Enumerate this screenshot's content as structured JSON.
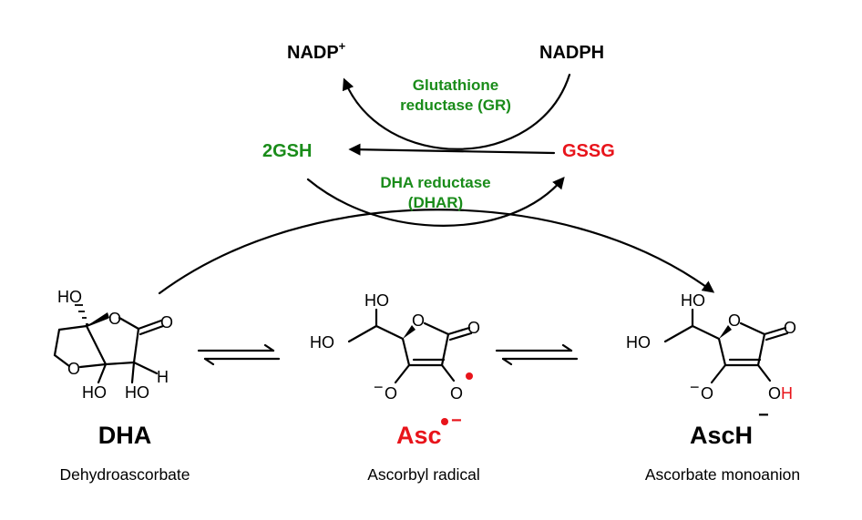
{
  "colors": {
    "black": "#000000",
    "red": "#e8141b",
    "green": "#1a8c1a"
  },
  "cofactors": {
    "nadp_plus": "NADP",
    "nadp_plus_charge": "+",
    "nadph": "NADPH",
    "two_gsh": "2GSH",
    "gssg": "GSSG"
  },
  "enzymes": {
    "gr_line1": "Glutathione",
    "gr_line2": "reductase (GR)",
    "dhar_line1": "DHA reductase",
    "dhar_line2": "(DHAR)"
  },
  "atoms": {
    "ho": "HO",
    "oh": "OH",
    "o": "O",
    "h_red": "H",
    "minus": "−"
  },
  "compounds": [
    {
      "abbr": "DHA",
      "name": "Dehydroascorbate"
    },
    {
      "abbr": "Asc",
      "charge": "−",
      "name": "Ascorbyl radical"
    },
    {
      "abbr": "AscH",
      "charge": "−",
      "name": "Ascorbate monoanion"
    }
  ]
}
